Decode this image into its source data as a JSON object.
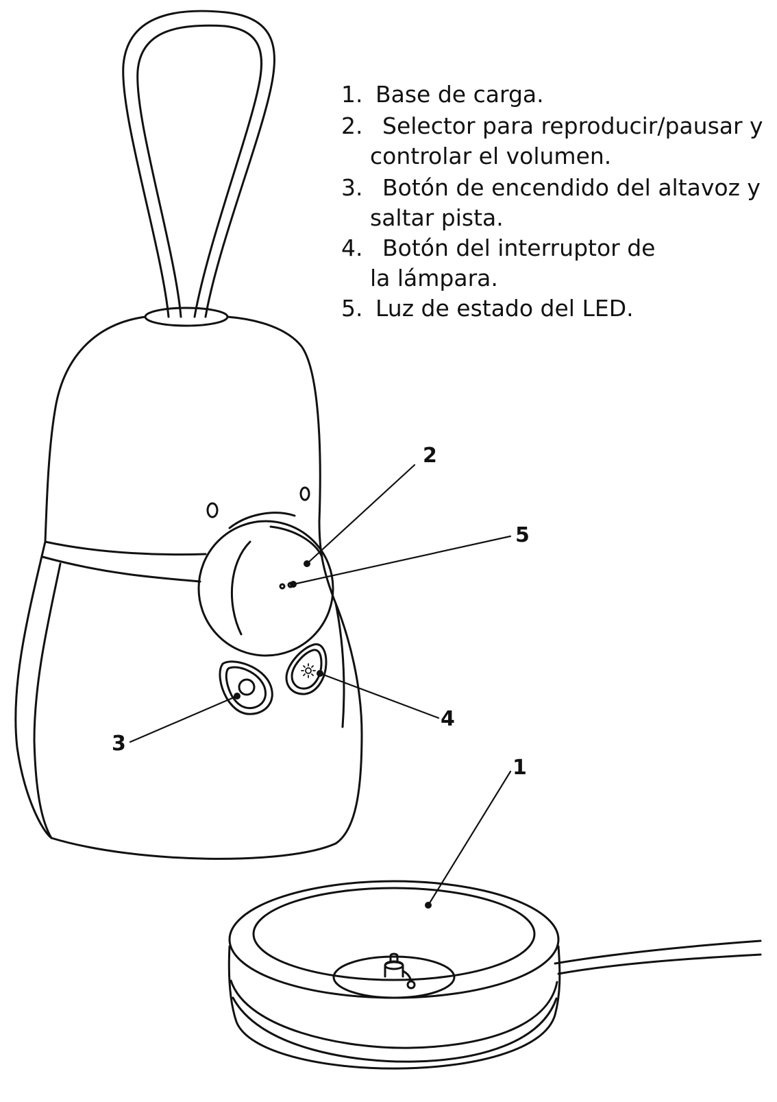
{
  "legend": {
    "items": [
      {
        "num": "1.",
        "line1": "Base de carga.",
        "line2": ""
      },
      {
        "num": "2.",
        "line1": "Selector para reproducir/pausar y",
        "line2": "controlar el volumen."
      },
      {
        "num": "3.",
        "line1": "Botón de encendido del altavoz y",
        "line2": "saltar pista."
      },
      {
        "num": "4.",
        "line1": "Botón del interruptor de",
        "line2": "la lámpara."
      },
      {
        "num": "5.",
        "line1": "Luz de estado del LED.",
        "line2": ""
      }
    ]
  },
  "callouts": {
    "c1": "1",
    "c2": "2",
    "c3": "3",
    "c4": "4",
    "c5": "5"
  },
  "colors": {
    "ink": "#111111",
    "background": "#ffffff"
  }
}
